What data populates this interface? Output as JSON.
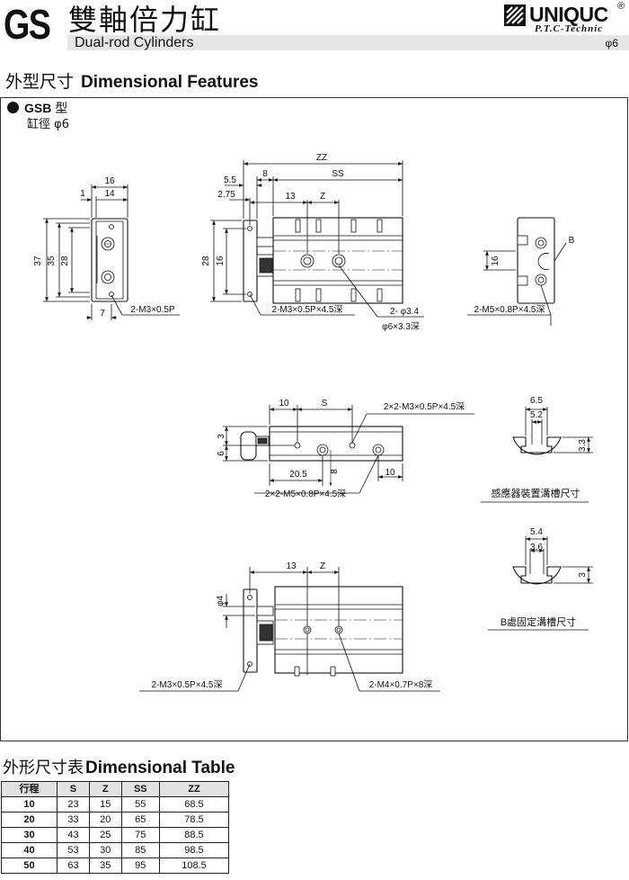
{
  "header": {
    "series_code": "GS",
    "title_cn": "雙軸倍力缸",
    "subtitle": "Dual-rod Cylinders",
    "bore_label": "φ6",
    "brand": "UNIQUC",
    "brand_mark": "®",
    "brand_tagline": "P.T.C-Technic"
  },
  "section": {
    "title_cn": "外型尺寸",
    "title_en": "Dimensional Features",
    "model_name": "GSB",
    "model_suffix": "型",
    "bore_text": "缸徑 φ6"
  },
  "drawing": {
    "view1": {
      "d16": "16",
      "d1": "1",
      "d14": "14",
      "d37": "37",
      "d35": "35",
      "d28": "28",
      "d7": "7",
      "callout": "2-M3×0.5P"
    },
    "view2": {
      "zz": "ZZ",
      "d5_5": "5.5",
      "d8": "8",
      "ss": "SS",
      "d2_75": "2.75",
      "d13": "13",
      "z": "Z",
      "d28": "28",
      "d16": "16",
      "callout1": "2-M3×0.5P×4.5深",
      "callout2": "2- φ3.4",
      "callout3": "φ6×3.3深"
    },
    "view3": {
      "b": "B",
      "d16": "16",
      "callout": "2-M5×0.8P×4.5深"
    },
    "view4": {
      "d10": "10",
      "s": "S",
      "d3": "3",
      "d6": "6",
      "d20_5": "20.5",
      "d8": "8",
      "d10b": "10",
      "callout1": "2×2-M3×0.5P×4.5深",
      "callout2": "2×2-M5×0.8P×4.5深"
    },
    "slot1": {
      "d6_5": "6.5",
      "d5_2": "5.2",
      "d3_3": "3.3",
      "caption": "感應器裝置溝槽尺寸"
    },
    "slot2": {
      "d5_4": "5.4",
      "d3_6": "3.6",
      "d3": "3",
      "caption": "B處固定溝槽尺寸"
    },
    "view5": {
      "d13": "13",
      "z": "Z",
      "d4": "φ4",
      "callout1": "2-M3×0.5P×4.5深",
      "callout2": "2-M4×0.7P×8深"
    }
  },
  "table": {
    "title_cn": "外形尺寸表",
    "title_en": "Dimensional Table",
    "headers": [
      "行程",
      "S",
      "Z",
      "SS",
      "ZZ"
    ],
    "rows": [
      [
        "10",
        "23",
        "15",
        "55",
        "68.5"
      ],
      [
        "20",
        "33",
        "20",
        "65",
        "78.5"
      ],
      [
        "30",
        "43",
        "25",
        "75",
        "88.5"
      ],
      [
        "40",
        "53",
        "30",
        "85",
        "98.5"
      ],
      [
        "50",
        "63",
        "35",
        "95",
        "108.5"
      ]
    ]
  }
}
